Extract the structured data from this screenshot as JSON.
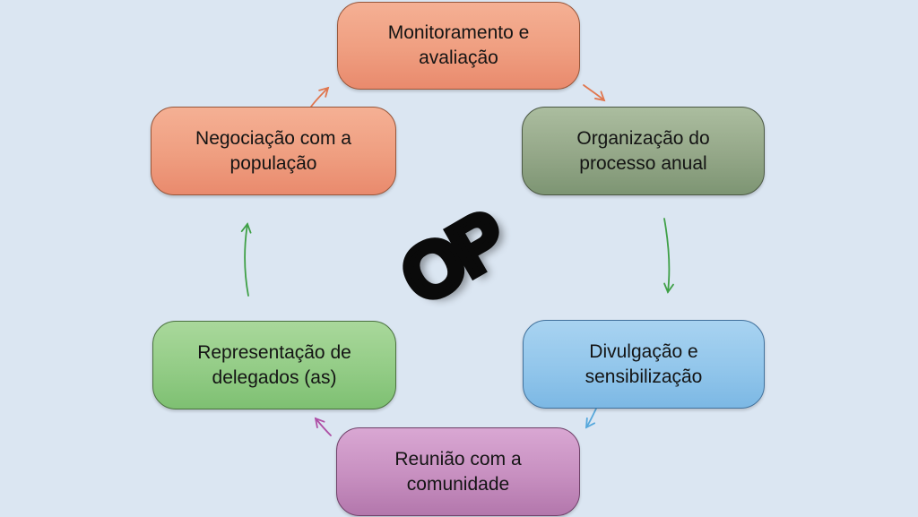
{
  "background_color": "#dbe6f2",
  "center": {
    "label": "OP"
  },
  "nodes": [
    {
      "id": "monitoramento-e-avaliacao",
      "label": "Monitoramento e avaliação",
      "theme": "salmon",
      "fill_top": "#f5b094",
      "fill_bottom": "#e98a6d",
      "border": "#97563a"
    },
    {
      "id": "organizacao-do-processo-anual",
      "label": "Organização do processo anual",
      "theme": "sage",
      "fill_top": "#abbd9f",
      "fill_bottom": "#7d9573",
      "border": "#4b5844"
    },
    {
      "id": "divulgacao-e-sensibilizacao",
      "label": "Divulgação e sensibilização",
      "theme": "blue",
      "fill_top": "#a8d3f1",
      "fill_bottom": "#7cb8e4",
      "border": "#41719c"
    },
    {
      "id": "reuniao-com-a-comunidade",
      "label": "Reunião com a comunidade",
      "theme": "purple",
      "fill_top": "#d9a7d3",
      "fill_bottom": "#b377ac",
      "border": "#6f4169"
    },
    {
      "id": "representacao-de-delegados",
      "label": "Representação de delegados (as)",
      "theme": "green",
      "fill_top": "#a9d89b",
      "fill_bottom": "#7ec072",
      "border": "#4a713f"
    },
    {
      "id": "negociacao-com-a-populacao",
      "label": "Negociação com a população",
      "theme": "salmon",
      "fill_top": "#f5b094",
      "fill_bottom": "#e98a6d",
      "border": "#97563a"
    }
  ],
  "arrows": [
    {
      "id": "negociacao-to-monitoramento",
      "color": "#e0764e"
    },
    {
      "id": "monitoramento-to-organizacao",
      "color": "#e0764e"
    },
    {
      "id": "organizacao-to-divulgacao",
      "color": "#3fa047"
    },
    {
      "id": "divulgacao-to-reuniao",
      "color": "#56a8dc"
    },
    {
      "id": "reuniao-to-representacao",
      "color": "#ae4fa5"
    },
    {
      "id": "representacao-to-negociacao",
      "color": "#3fa047"
    }
  ]
}
